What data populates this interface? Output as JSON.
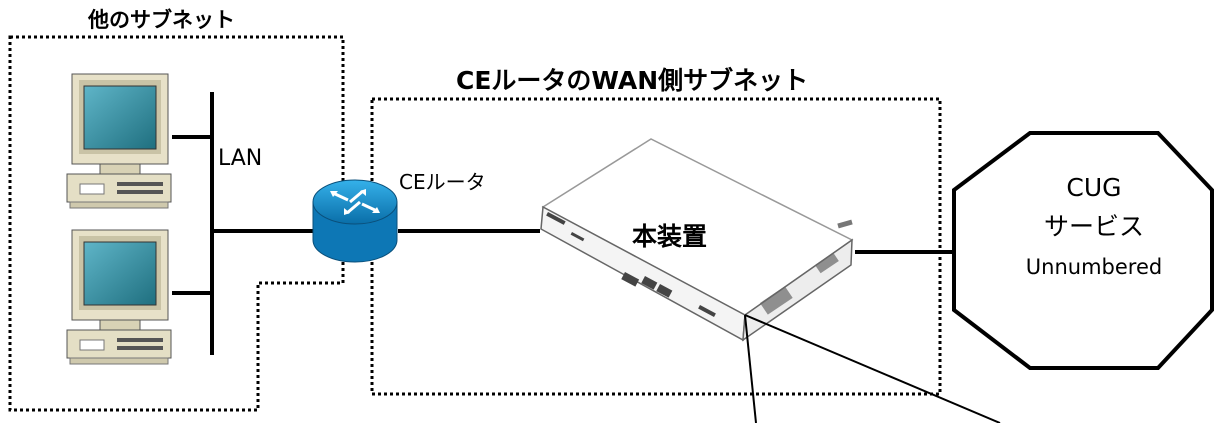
{
  "labels": {
    "other_subnet": "他のサブネット",
    "wan_subnet": "CEルータのWAN側サブネット",
    "lan": "LAN",
    "ce_router": "CEルータ",
    "device": "本装置"
  },
  "cug": {
    "line1": "CUG",
    "line2": "サービス",
    "line3": "Unnumbered"
  },
  "colors": {
    "router_body": "#1a8fcf",
    "monitor_screen": "#1f6f7f",
    "pc_case": "#e4dfc5",
    "outline": "#000000"
  },
  "icons": {
    "pc": "desktop-pc-icon",
    "router": "router-icon",
    "device": "network-appliance-icon",
    "cloud": "octagon-cloud-icon"
  }
}
